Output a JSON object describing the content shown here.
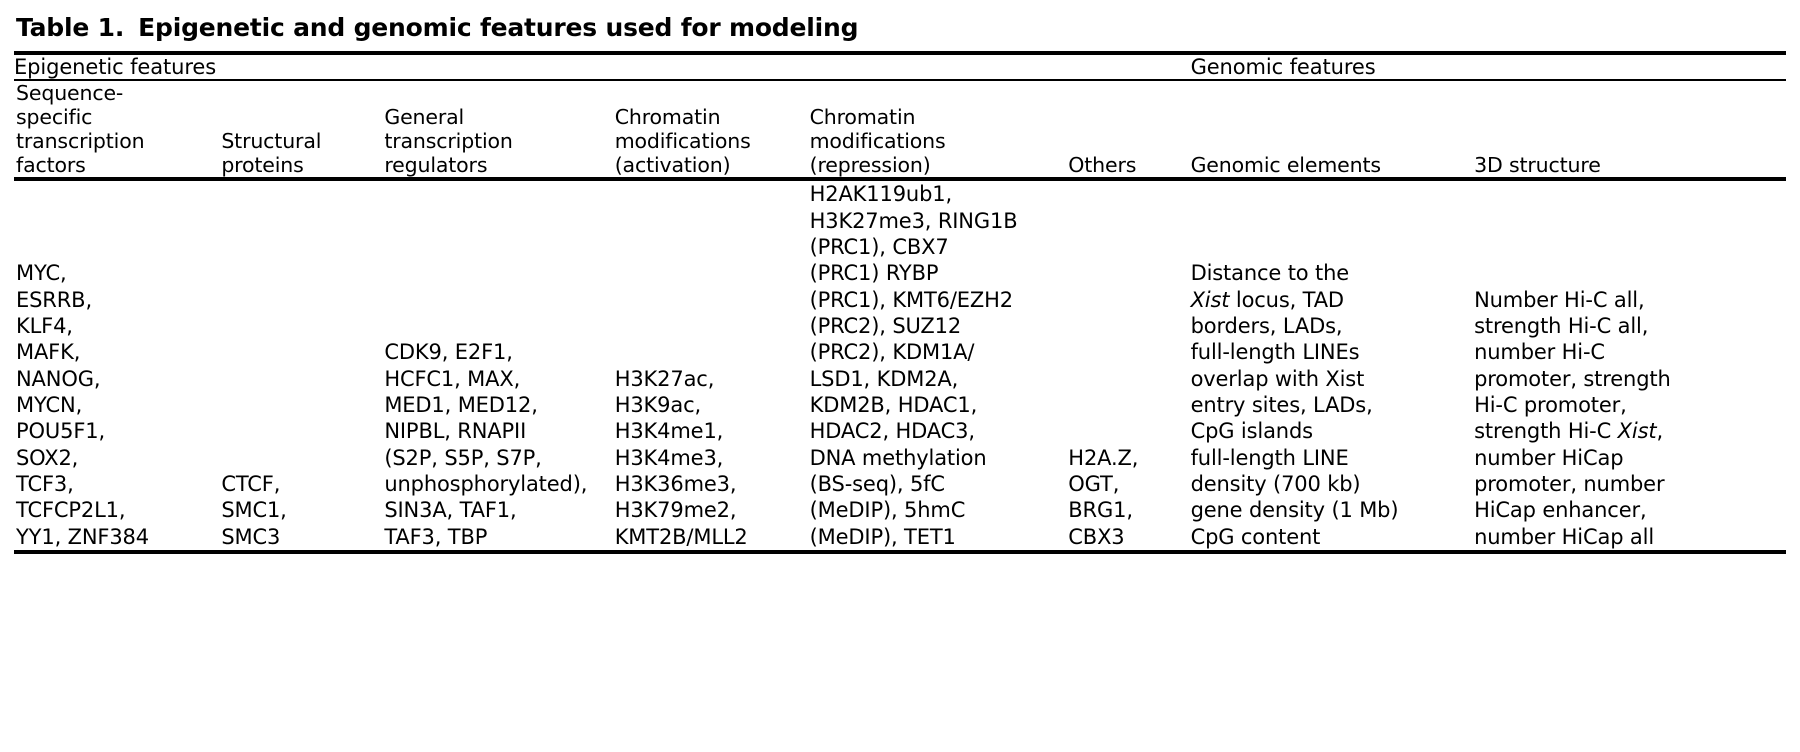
{
  "table": {
    "label": "Table 1.",
    "caption": "Epigenetic and genomic features used for modeling",
    "group_headers": [
      {
        "label": "Epigenetic features",
        "span": 6
      },
      {
        "label": "Genomic features",
        "span": 2
      }
    ],
    "column_headers": [
      "Sequence-\nspecific\ntranscription\nfactors",
      "Structural\nproteins",
      "General\ntranscription\nregulators",
      "Chromatin\nmodifications\n(activation)",
      "Chromatin\nmodifications\n(repression)",
      "Others",
      "Genomic elements",
      "3D structure"
    ],
    "rows": [
      {
        "cells": [
          "MYC, ESRRB, KLF4, MAFK, NANOG, MYCN, POU5F1, SOX2, TCF3, TCFCP2L1, YY1, ZNF384",
          "CTCF, SMC1, SMC3",
          "CDK9, E2F1, HCFC1, MAX, MED1, MED12, NIPBL, RNAPII (S2P, S5P, S7P, unphosphorylated), SIN3A, TAF1, TAF3, TBP",
          "H3K27ac, H3K9ac, H3K4me1, H3K4me3, H3K36me3, H3K79me2, KMT2B/MLL2",
          "H2AK119ub1, H3K27me3, RING1B (PRC1), CBX7 (PRC1) RYBP (PRC1), KMT6/EZH2 (PRC2), SUZ12 (PRC2), KDM1A/LSD1, KDM2A, KDM2B, HDAC1, HDAC2, HDAC3, DNA methylation (BS-seq), 5fC (MeDIP), 5hmC (MeDIP), TET1",
          "H2A.Z, OGT, BRG1, CBX3",
          "Distance to the Xist locus, TAD borders, LADs, full-length LINEs overlap with Xist entry sites, LADs, CpG islands full-length LINE density (700 kb) gene density (1 Mb) CpG content",
          "Number Hi-C all, strength Hi-C all, number Hi-C promoter, strength Hi-C promoter, strength Hi-C Xist, number HiCap promoter, number HiCap enhancer, number HiCap all"
        ]
      }
    ],
    "cell_lines": {
      "col0": [
        "MYC,",
        "ESRRB,",
        "KLF4,",
        "MAFK,",
        "NANOG,",
        "MYCN,",
        "POU5F1,",
        "SOX2,",
        "TCF3,",
        "TCFCP2L1,",
        "YY1, ZNF384"
      ],
      "col1": [
        "CTCF,",
        "SMC1,",
        "SMC3"
      ],
      "col2": [
        "CDK9, E2F1,",
        "HCFC1, MAX,",
        "MED1, MED12,",
        "NIPBL, RNAPII",
        "(S2P, S5P, S7P,",
        "unphosphorylated),",
        "SIN3A, TAF1,",
        "TAF3, TBP"
      ],
      "col3": [
        "H3K27ac,",
        "H3K9ac,",
        "H3K4me1,",
        "H3K4me3,",
        "H3K36me3,",
        "H3K79me2,",
        "KMT2B/MLL2"
      ],
      "col4": [
        "H2AK119ub1,",
        "H3K27me3, RING1B",
        "(PRC1), CBX7",
        "(PRC1) RYBP",
        "(PRC1), KMT6/EZH2",
        "(PRC2), SUZ12",
        "(PRC2), KDM1A/",
        "LSD1, KDM2A,",
        "KDM2B, HDAC1,",
        "HDAC2, HDAC3,",
        "DNA methylation",
        "(BS-seq), 5fC",
        "(MeDIP), 5hmC",
        "(MeDIP), TET1"
      ],
      "col5": [
        "H2A.Z,",
        "OGT,",
        "BRG1,",
        "CBX3"
      ],
      "col6": [
        "Distance to the",
        "Xist locus, TAD",
        "borders, LADs,",
        "full-length LINEs",
        "overlap with Xist",
        "entry sites, LADs,",
        "CpG islands",
        "full-length LINE",
        "density (700 kb)",
        "gene density (1 Mb)",
        "CpG content"
      ],
      "col7": [
        "Number Hi-C all,",
        "strength Hi-C all,",
        "number Hi-C",
        "promoter, strength",
        "Hi-C promoter,",
        "strength Hi-C Xist,",
        "number HiCap",
        "promoter, number",
        "HiCap enhancer,",
        "number HiCap all"
      ]
    }
  },
  "colors": {
    "text": "#000000",
    "background": "#ffffff",
    "rule": "#000000"
  }
}
